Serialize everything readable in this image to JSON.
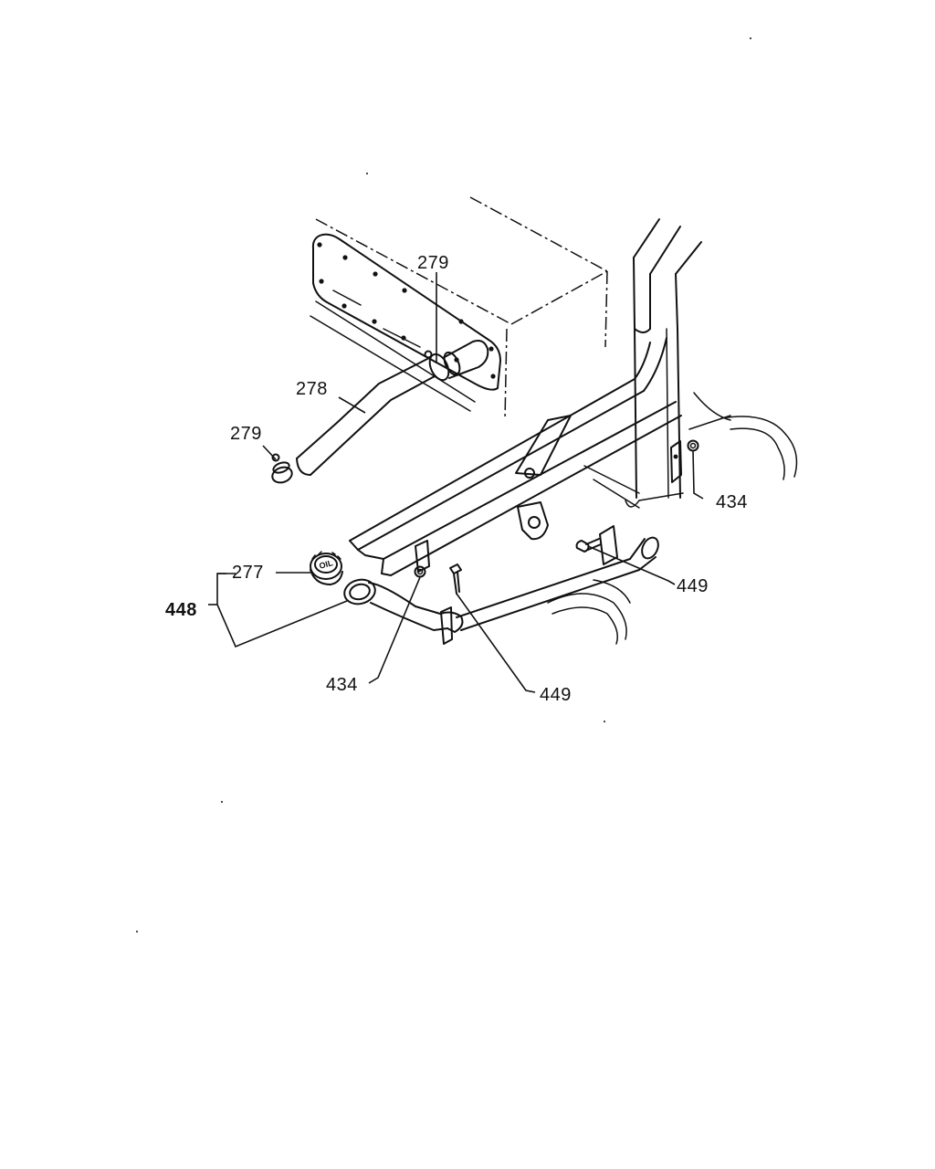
{
  "diagram": {
    "callouts": [
      {
        "id": "c279-top",
        "text": "279"
      },
      {
        "id": "c278",
        "text": "278"
      },
      {
        "id": "c279-left",
        "text": "279"
      },
      {
        "id": "c434-right",
        "text": "434"
      },
      {
        "id": "c277",
        "text": "277"
      },
      {
        "id": "c448",
        "text": "448"
      },
      {
        "id": "c449-right",
        "text": "449"
      },
      {
        "id": "c434-bottom",
        "text": "434"
      },
      {
        "id": "c449-bottom",
        "text": "449"
      }
    ],
    "cap_marking": "OIL"
  }
}
